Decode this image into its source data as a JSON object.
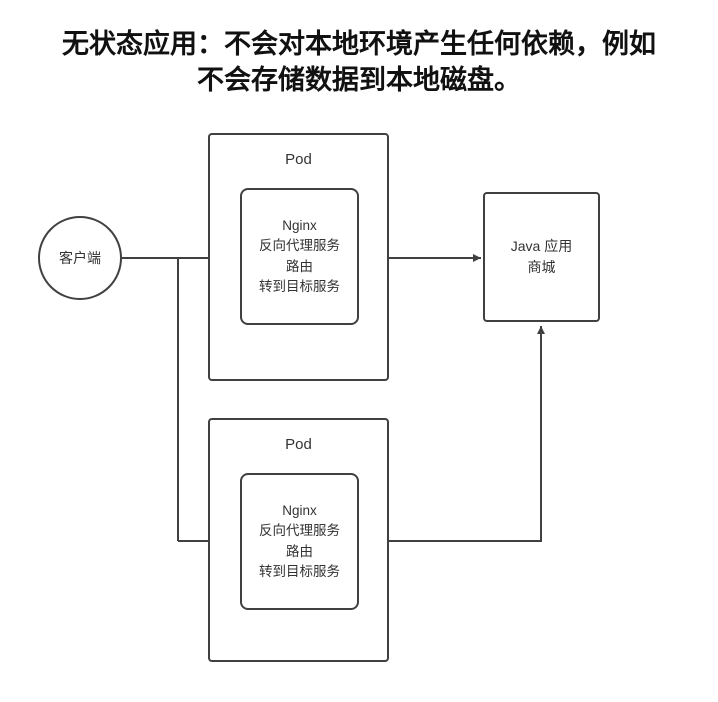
{
  "title": {
    "line1": "无状态应用：不会对本地环境产生任何依赖，例如",
    "line2": "不会存储数据到本地磁盘。"
  },
  "nodes": {
    "client": {
      "label": "客户端"
    },
    "pod_top": {
      "label": "Pod",
      "nginx": {
        "lines": [
          "Nginx",
          "反向代理服务",
          "路由",
          "转到目标服务"
        ]
      }
    },
    "pod_bottom": {
      "label": "Pod",
      "nginx": {
        "lines": [
          "Nginx",
          "反向代理服务",
          "路由",
          "转到目标服务"
        ]
      }
    },
    "java": {
      "line1": "Java 应用",
      "line2": "商城"
    }
  },
  "colors": {
    "border": "#404040",
    "line": "#404040",
    "text": "#333333",
    "background": "#ffffff"
  }
}
